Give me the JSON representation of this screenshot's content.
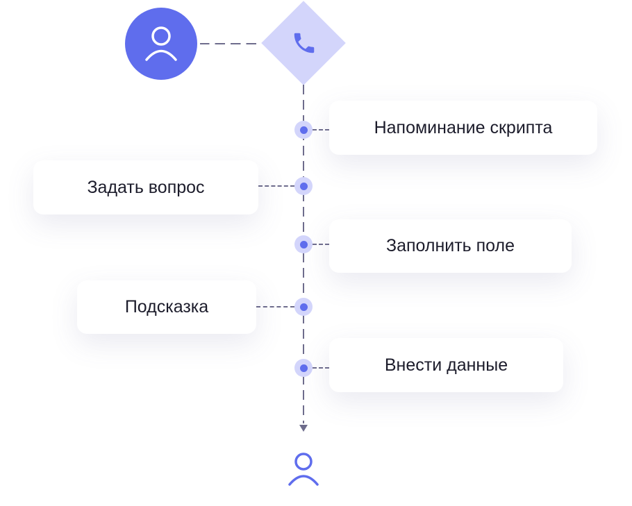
{
  "colors": {
    "accent": "#5f6ded",
    "accent_light": "#d3d5fb",
    "line": "#6e6c8c"
  },
  "start": {
    "icon": "user-icon"
  },
  "call": {
    "icon": "phone-icon"
  },
  "end": {
    "icon": "user-icon"
  },
  "steps": [
    {
      "label": "Напоминание скрипта",
      "side": "right"
    },
    {
      "label": "Задать вопрос",
      "side": "left"
    },
    {
      "label": "Заполнить поле",
      "side": "right"
    },
    {
      "label": "Подсказка",
      "side": "left"
    },
    {
      "label": "Внести данные",
      "side": "right"
    }
  ]
}
